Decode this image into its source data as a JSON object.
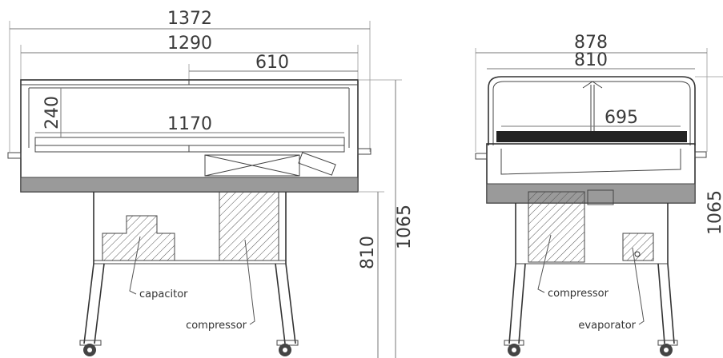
{
  "front_view": {
    "dimensions": {
      "overall_width": "1372",
      "body_width": "1290",
      "lid_width": "610",
      "inner_height": "240",
      "inner_width": "1170",
      "counter_height": "810",
      "total_height": "1065"
    },
    "labels": {
      "capacitor": "capacitor",
      "compressor": "compressor"
    }
  },
  "side_view": {
    "dimensions": {
      "overall_depth": "878",
      "body_depth": "810",
      "inner_depth": "695",
      "total_height": "1065"
    },
    "labels": {
      "compressor": "compressor",
      "evaporator": "evaporator"
    }
  }
}
